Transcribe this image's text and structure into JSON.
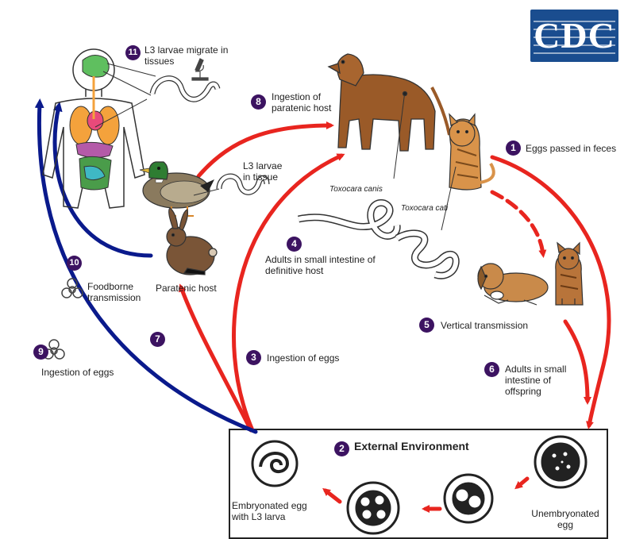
{
  "logo": {
    "text": "CDC",
    "color": "#1a4d8f"
  },
  "colors": {
    "red_arrow": "#e8251f",
    "blue_arrow": "#0a1a8c",
    "step_badge": "#3c1361"
  },
  "steps": {
    "s1": {
      "num": "1",
      "label": "Eggs passed in feces"
    },
    "s2": {
      "num": "2",
      "label": "External Environment"
    },
    "s3": {
      "num": "3",
      "label": "Ingestion of eggs"
    },
    "s4": {
      "num": "4",
      "label": "Adults in small intestine of definitive host"
    },
    "s5": {
      "num": "5",
      "label": "Vertical transmission"
    },
    "s6": {
      "num": "6",
      "label": "Adults in small intestine of offspring"
    },
    "s7": {
      "num": "7"
    },
    "s8": {
      "num": "8",
      "label": "Ingestion of paratenic host"
    },
    "s9": {
      "num": "9",
      "label": "Ingestion of eggs"
    },
    "s10": {
      "num": "10",
      "label": "Foodborne transmission"
    },
    "s11": {
      "num": "11",
      "label": "L3 larvae migrate in tissues"
    }
  },
  "labels": {
    "paratenic_host": "Paratenic host",
    "l3_in_tissue": "L3 larvae in tissue",
    "toxocara_canis": "Toxocara canis",
    "toxocara_cati": "Toxocara cati",
    "embryonated_egg": "Embryonated egg with L3 larva",
    "unembryonated_egg": "Unembryonated egg"
  },
  "icons": [
    "biohazard-icon",
    "microscope-icon"
  ]
}
